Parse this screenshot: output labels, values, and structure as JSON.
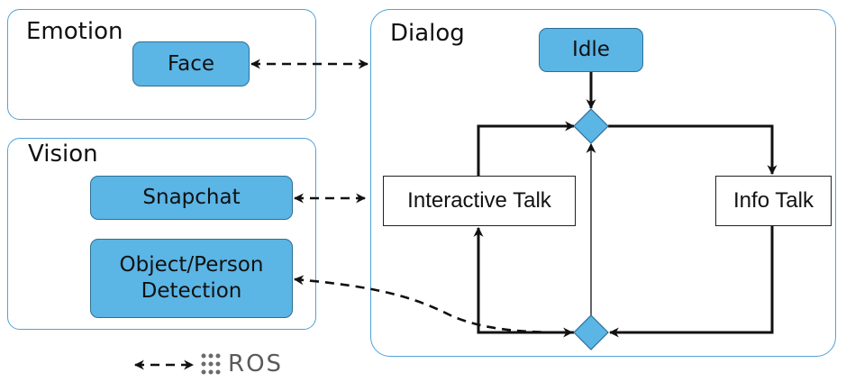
{
  "regions": {
    "emotion": {
      "title": "Emotion"
    },
    "vision": {
      "title": "Vision"
    },
    "dialog": {
      "title": "Dialog"
    }
  },
  "modules": {
    "face": "Face",
    "snapchat": "Snapchat",
    "object_person_detection": "Object/Person\nDetection"
  },
  "states": {
    "idle": "Idle",
    "interactive_talk": "Interactive Talk",
    "info_talk": "Info Talk"
  },
  "legend": {
    "label": "ROS"
  },
  "colors": {
    "module_fill": "#5bb5e5",
    "region_border": "#4fa3d6",
    "line": "#111111"
  }
}
